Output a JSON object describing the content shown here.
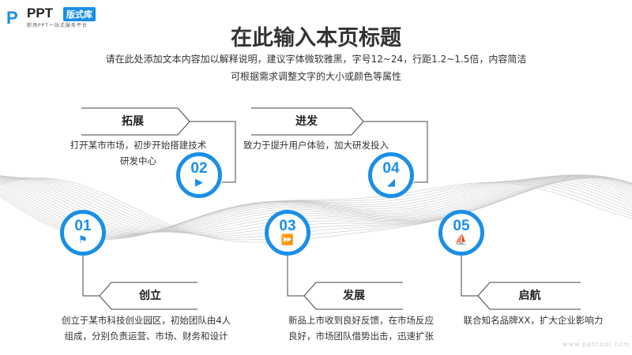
{
  "logo": {
    "mark": "P",
    "brand": "PPT",
    "badge": "版式库",
    "tagline": "职场PPT一站式服务平台"
  },
  "title": "在此输入本页标题",
  "subtitle": [
    "请在此处添加文本内容加以解释说明，建议字体微软雅黑，字号12~24，行距1.2~1.5倍，内容简洁",
    "可根据需求调整文字的大小或颜色等属性"
  ],
  "steps": [
    {
      "num": "01",
      "icon": "flag-icon",
      "title": "创立",
      "desc": [
        "创立于某市科技创业园区，初始团队由4人",
        "组成，分别负责运营、市场、财务和设计"
      ]
    },
    {
      "num": "02",
      "icon": "play-icon",
      "title": "拓展",
      "desc": [
        "打开某市市场，初步开始搭建技术",
        "研发中心"
      ]
    },
    {
      "num": "03",
      "icon": "fast-forward-icon",
      "title": "发展",
      "desc": [
        "新品上市收到良好反馈，在市场反应",
        "良好，市场团队借势出击，迅速扩张"
      ]
    },
    {
      "num": "04",
      "icon": "growth-chart-icon",
      "title": "进发",
      "desc": [
        "致力于提升用户体验，加大研发投入"
      ]
    },
    {
      "num": "05",
      "icon": "ship-icon",
      "title": "启航",
      "desc": [
        "联合知名品牌XX，扩大企业影响力"
      ]
    }
  ],
  "watermark": "www.pptcool.com",
  "colors": {
    "accent": "#1a8fe6"
  }
}
